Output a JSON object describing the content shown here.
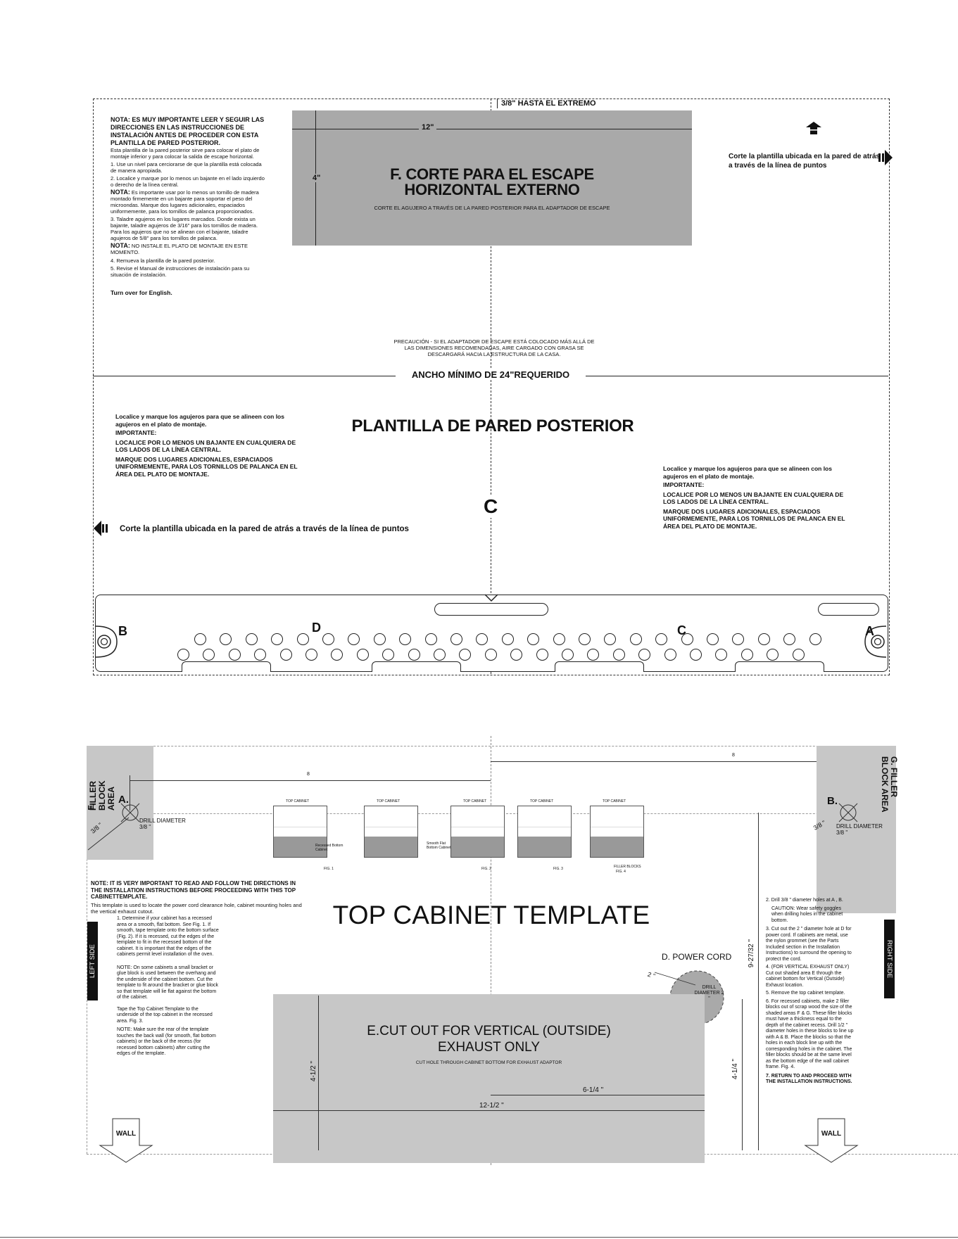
{
  "top": {
    "dim_to_edge": "3/8\" HASTA EL EXTREMO",
    "dim_width": "12\"",
    "dim_height": "4\"",
    "cutout_title_1": "F. CORTE PARA EL ESCAPE",
    "cutout_title_2": "HORIZONTAL EXTERNO",
    "cutout_sub": "CORTE EL AGUJERO A TRAVÉS DE LA PARED POSTERIOR PARA EL ADAPTADOR DE ESCAPE",
    "note_heading": "NOTA: ES MUY IMPORTANTE LEER Y SEGUIR LAS DIRECCIONES EN LAS INSTRUCCIONES DE INSTALACIÓN ANTES DE PROCEDER CON ESTA PLANTILLA DE PARED POSTERIOR.",
    "note_intro": "Esta plantilla de la pared posterior sirve para colocar el plato de montaje inferior y para colocar la salida de escape horizontal.",
    "step1": "1. Use un nivel para cerciorarse de que la plantilla está colocada de manera apropiada.",
    "step2": "2. Localice y marque por lo menos un bajante en el lado izquierdo o derecho de la línea central.",
    "nota2_label": "NOTA:",
    "nota2": " Es importante usar por lo menos un tornillo de madera montado firmemente en un bajante para soportar el peso del microondas. Marque dos lugares adicionales, espaciados uniformemente, para los tornillos de palanca proporcionados.",
    "step3": "3. Taladre agujeros en los lugares marcados. Donde exista un bajante, taladre agujeros de 3/16\" para los tornillos de madera. Para los agujeros que no se alinean con el bajante, taladre agujeros de 5/8\" para los tornillos de palanca.",
    "nota3_label": "NOTA:",
    "nota3": " NO INSTALE EL PLATO DE MONTAJE EN ESTE MOMENTO.",
    "step4": "4. Remueva la plantilla de la pared posterior.",
    "step5": "5. Revise el Manual de instrucciones de instalación para su situación de instalación.",
    "turn_over": "Turn over for English.",
    "cut_right": "Corte la plantilla ubicada en la pared de atrás a través de la línea de puntos",
    "caution": "PRECAUCIÓN - SI EL ADAPTADOR DE ESCAPE ESTÁ COLOCADO MÁS ALLÁ DE LAS DIMENSIONES RECOMENDADAS, AIRE CARGADO CON GRASA SE DESCARGARÁ HACIA LA ESTRUCTURA DE LA CASA.",
    "min_width": "ANCHO MÍNIMO DE 24\"REQUERIDO",
    "template_title": "PLANTILLA DE PARED POSTERIOR",
    "locate_1": "Localice y marque los agujeros para que se alineen con los agujeros en el plato de montaje.",
    "importante": "IMPORTANTE:",
    "locate_2": "LOCALICE POR LO MENOS UN BAJANTE EN CUALQUIERA DE LOS LADOS DE LA LÍNEA CENTRAL.",
    "locate_3": "MARQUE DOS LUGARES ADICIONALES, ESPACIADOS UNIFORMEMENTE, PARA LOS TORNILLOS DE PALANCA EN EL ÁREA DEL PLATO DE MONTAJE.",
    "center_label": "C",
    "cut_left": "Corte la plantilla ubicada en la pared de atrás a través de la línea de puntos",
    "plate_b": "B",
    "plate_d": "D",
    "plate_c": "C",
    "plate_a": "A"
  },
  "bottom": {
    "filler_left": "FILLER BLOCK AREA",
    "filler_left_letter": "F.",
    "filler_right": "G. FILLER BLOCK AREA",
    "label_a": "A.",
    "label_b": "B.",
    "drill_left": "DRILL DIAMETER 3/8 \"",
    "drill_right": "DRILL DIAMETER 3/8 \"",
    "dim_38_left": "3/8 \"",
    "dim_38_right": "3/8 \"",
    "dim_top_left": "8",
    "dim_top_right": "8",
    "fig_top_labels": [
      "TOP CABINET",
      "TOP CABINET",
      "TOP CABINET",
      "TOP CABINET",
      "TOP CABINET"
    ],
    "fig_labels": [
      "FIG. 1",
      "FIG. 2",
      "FIG. 3",
      "FIG. 4"
    ],
    "fig1_note": "Recessed Bottom Cabinet",
    "fig2_note": "Smooth Flat Bottom Cabinet",
    "fig4_note": "FILLER BLOCKS",
    "note_heading": "NOTE: IT IS VERY IMPORTANT TO READ AND FOLLOW THE DIRECTIONS IN THE INSTALLATION INSTRUCTIONS BEFORE PROCEEDING WITH THIS TOP CABINETTEMPLATE.",
    "note_intro": "This template is used to locate the power cord clearance hole, cabinet mounting holes and the vertical exhaust cutout.",
    "step1": "1. Determine if your cabinet has a recessed area or a smooth, flat bottom. See Fig. 1. If smooth, tape template onto the bottom surface (Fig. 2). If it is recessed, cut the edges of the template to fit in the recessed bottom of the cabinet. It is important that the edges of the cabinets permit level installation of the oven.",
    "note_small": "NOTE: On some cabinets a small bracket or glue block is used between the overhang and the underside of the cabinet bottom. Cut the template to fit around the bracket or glue block so that template will lie flat against the bottom of the cabinet.",
    "tape_note": "Tape the Top Cabinet Template to the underside of the top cabinet in the recessed area. Fig. 3.",
    "note_rear": "NOTE: Make sure the rear of the template touches the back wall (for smooth, flat bottom cabinets) or the back of the recess (for recessed bottom cabinets) after cutting the edges of the template.",
    "left_side": "LEFT SIDE",
    "right_side": "RIGHT SIDE",
    "template_title": "TOP CABINET TEMPLATE",
    "power_cord": "D. POWER CORD",
    "drill_2": "DRILL DIAMETER 2 \"",
    "dim_2": "2 \"",
    "dim_vert": "9-27/32 \"",
    "cutout_title_1": "E.CUT OUT FOR VERTICAL (OUTSIDE)",
    "cutout_title_2": "EXHAUST ONLY",
    "cutout_sub": "CUT HOLE THROUGH CABINET BOTTOM FOR EXHAUST ADAPTOR",
    "dim_412_left": "4-1/2 \"",
    "dim_614": "6-1/4 \"",
    "dim_1212": "12-1/2 \"",
    "dim_414_right": "4-1/4 \"",
    "r_step2": "2. Drill 3/8 \" diameter holes at A , B.",
    "r_caution": "CAUTION: Wear safety goggles when drilling holes in the cabinet bottom.",
    "r_step3": "3. Cut out the 2 \" diameter hole at D for power cord. If cabinets are metal, use the nylon grommet (see the Parts Included section in the Installation Instructions) to surround the opening to protect the cord.",
    "r_step4": "4. (FOR VERTICAL EXHAUST ONLY) Cut out shaded area E through the cabinet bottom for Vertical (Outside) Exhaust location.",
    "r_step5": "5. Remove the top cabinet template.",
    "r_step6": "6. For recessed cabinets, make 2 filler blocks out of scrap wood the size of the shaded areas F & G. These filler blocks must have a thickness equal to the depth of the cabinet recess. Drill 1/2 \" diameter holes in these blocks to line up with A & B. Place the blocks so that the holes in each block line up with the corresponding holes in the cabinet. The filler blocks should be at the same level as the bottom edge of the wall cabinet frame. Fig. 4.",
    "r_step7": "7. RETURN TO AND PROCEED WITH THE INSTALLATION INSTRUCTIONS.",
    "wall_left": "WALL",
    "wall_right": "WALL"
  }
}
